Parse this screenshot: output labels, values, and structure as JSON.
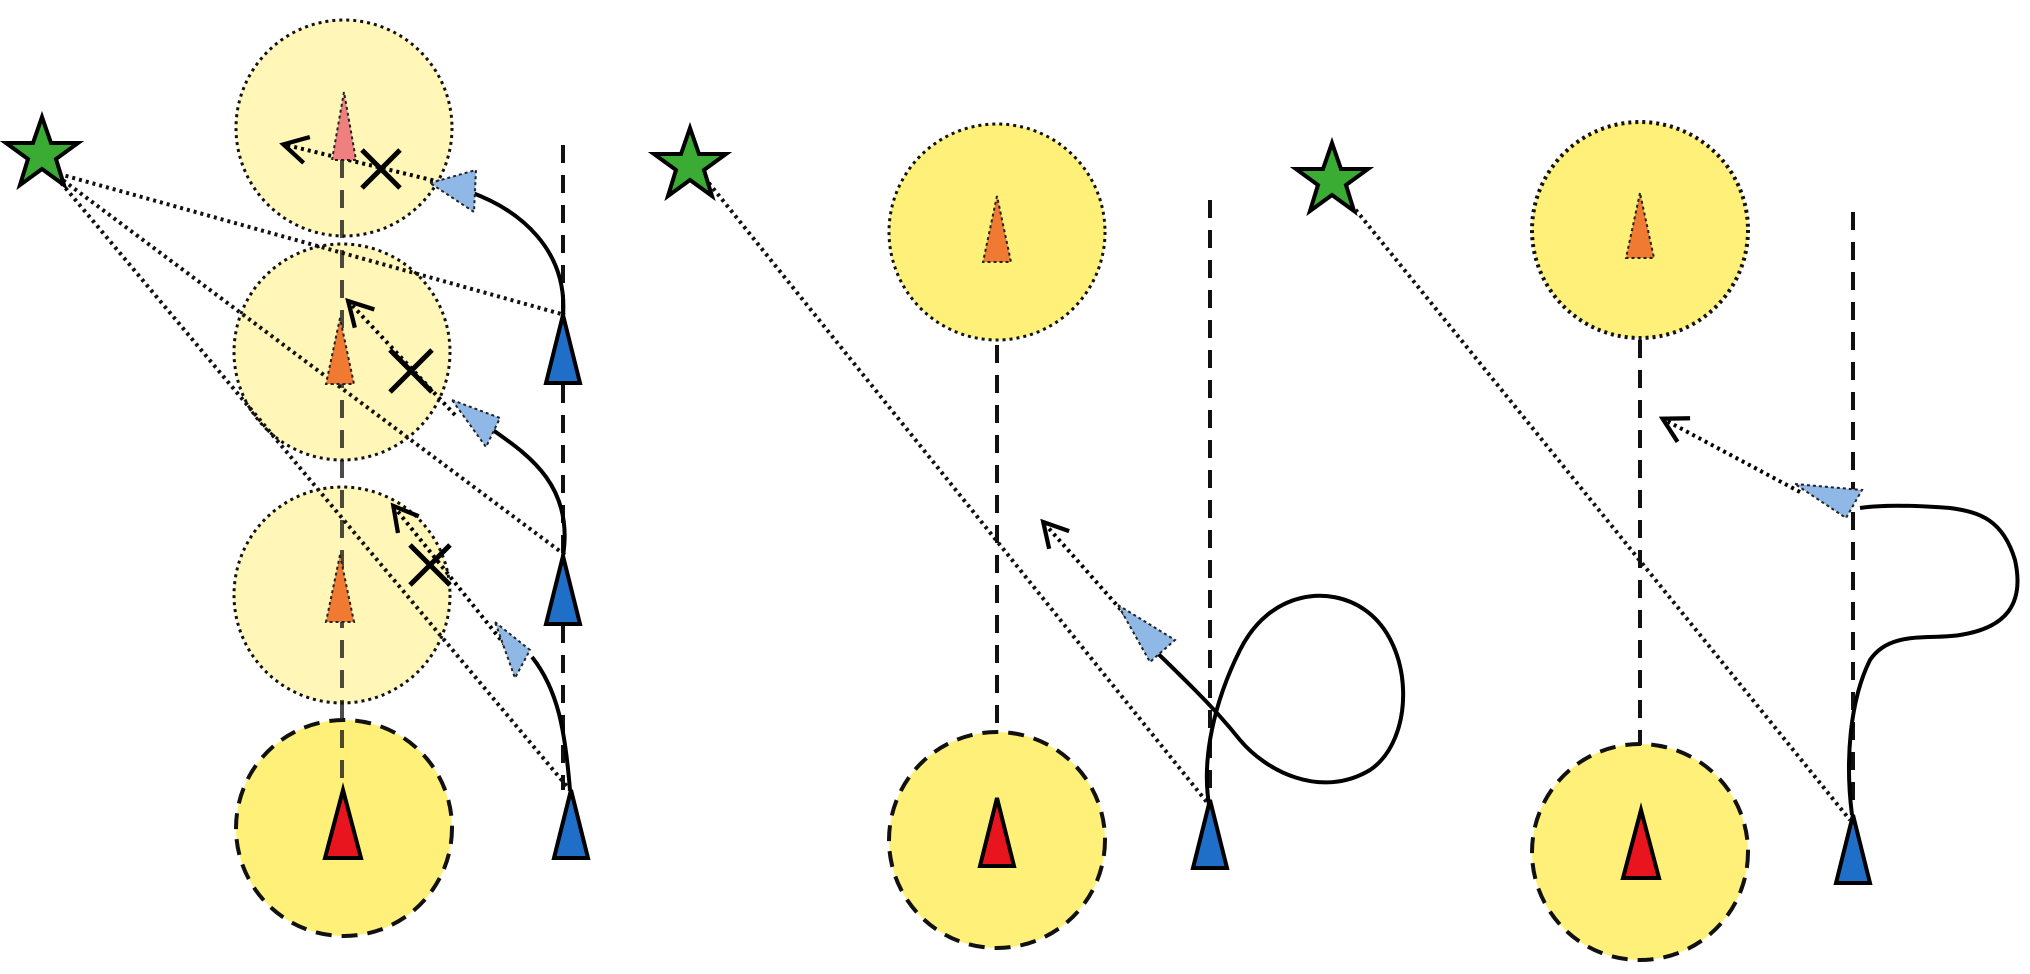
{
  "diagram": {
    "panel_count": 3,
    "colors": {
      "background": "#ffffff",
      "zone_fill": "#fff07a",
      "zone_fill_faded": "#fff6b8",
      "zone_stroke": "#111111",
      "red_agent": "#e8141e",
      "orange_agent": "#f07a32",
      "pink_agent": "#ee8080",
      "blue_agent": "#1f6ec8",
      "light_blue_agent": "#8fb8e6",
      "goal_star": "#3aac34",
      "line": "#000000"
    },
    "icons": {
      "goal": "star-icon",
      "attacker": "triangle-icon",
      "defender": "triangle-icon",
      "rejected_path": "cross-icon"
    },
    "panels": [
      {
        "name": "panel-left",
        "predicted_red_positions": 3,
        "rejected_moves": 3
      },
      {
        "name": "panel-middle",
        "blue_maneuver": "loop"
      },
      {
        "name": "panel-right",
        "blue_maneuver": "detour"
      }
    ]
  }
}
